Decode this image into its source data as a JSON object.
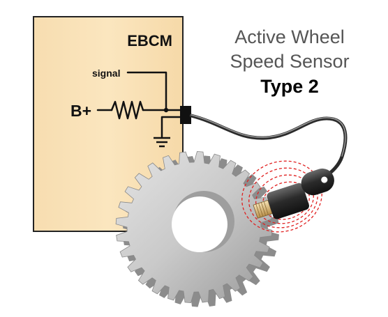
{
  "diagram": {
    "module_label": "EBCM",
    "signal_label": "signal",
    "supply_label": "B+",
    "title_line1": "Active Wheel",
    "title_line2": "Speed Sensor",
    "title_line3": "Type 2"
  }
}
